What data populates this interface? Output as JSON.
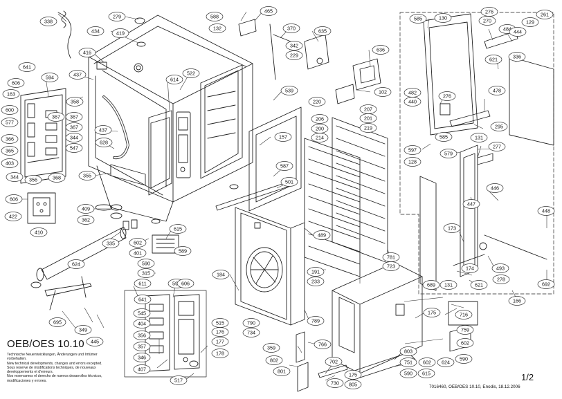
{
  "title": "OEB/OES 10.10",
  "notes": [
    "Technische Neuentwicklungen, Änderungen und Irrtümer",
    "vorbehalten.",
    "New technical developments, changes and errors excepted.",
    "Sous reserve de modifications techniques, de nouveaux",
    "developpements et d'erreurs.",
    "Nos reservamos el derecho de nuevos desarrollos técnicos,",
    "modificaciones y errores."
  ],
  "page_number": "1/2",
  "doc_ref": "7016460, OEB/OES 10.10, Enodis, 18.12.2006",
  "callouts": [
    "338",
    "279",
    "419",
    "434",
    "416",
    "641",
    "606",
    "594",
    "437",
    "163",
    "358",
    "600",
    "577",
    "367",
    "366",
    "365",
    "403",
    "344",
    "356",
    "368",
    "367",
    "367",
    "344",
    "547",
    "437",
    "628",
    "614",
    "522",
    "355",
    "606",
    "422",
    "410",
    "409",
    "362",
    "335",
    "624",
    "602",
    "401",
    "615",
    "590",
    "315",
    "589",
    "588",
    "132",
    "465",
    "370",
    "342",
    "229",
    "635",
    "636",
    "102",
    "539",
    "220",
    "207",
    "201",
    "219",
    "206",
    "200",
    "214",
    "157",
    "587",
    "501",
    "489",
    "184",
    "191",
    "233",
    "789",
    "790",
    "734",
    "781",
    "723",
    "175",
    "716",
    "759",
    "602",
    "590",
    "585",
    "130",
    "276",
    "261",
    "270",
    "484",
    "129",
    "444",
    "621",
    "336",
    "482",
    "440",
    "276",
    "478",
    "295",
    "597",
    "128",
    "585",
    "579",
    "131",
    "277",
    "447",
    "446",
    "448",
    "173",
    "493",
    "174",
    "131",
    "621",
    "278",
    "692",
    "689",
    "166",
    "695",
    "349",
    "445",
    "611",
    "641",
    "594",
    "606",
    "545",
    "404",
    "356",
    "357",
    "346",
    "407",
    "515",
    "176",
    "177",
    "178",
    "517",
    "359",
    "802",
    "766",
    "801",
    "702",
    "730",
    "175",
    "805",
    "803",
    "751",
    "602",
    "624",
    "590",
    "615"
  ]
}
